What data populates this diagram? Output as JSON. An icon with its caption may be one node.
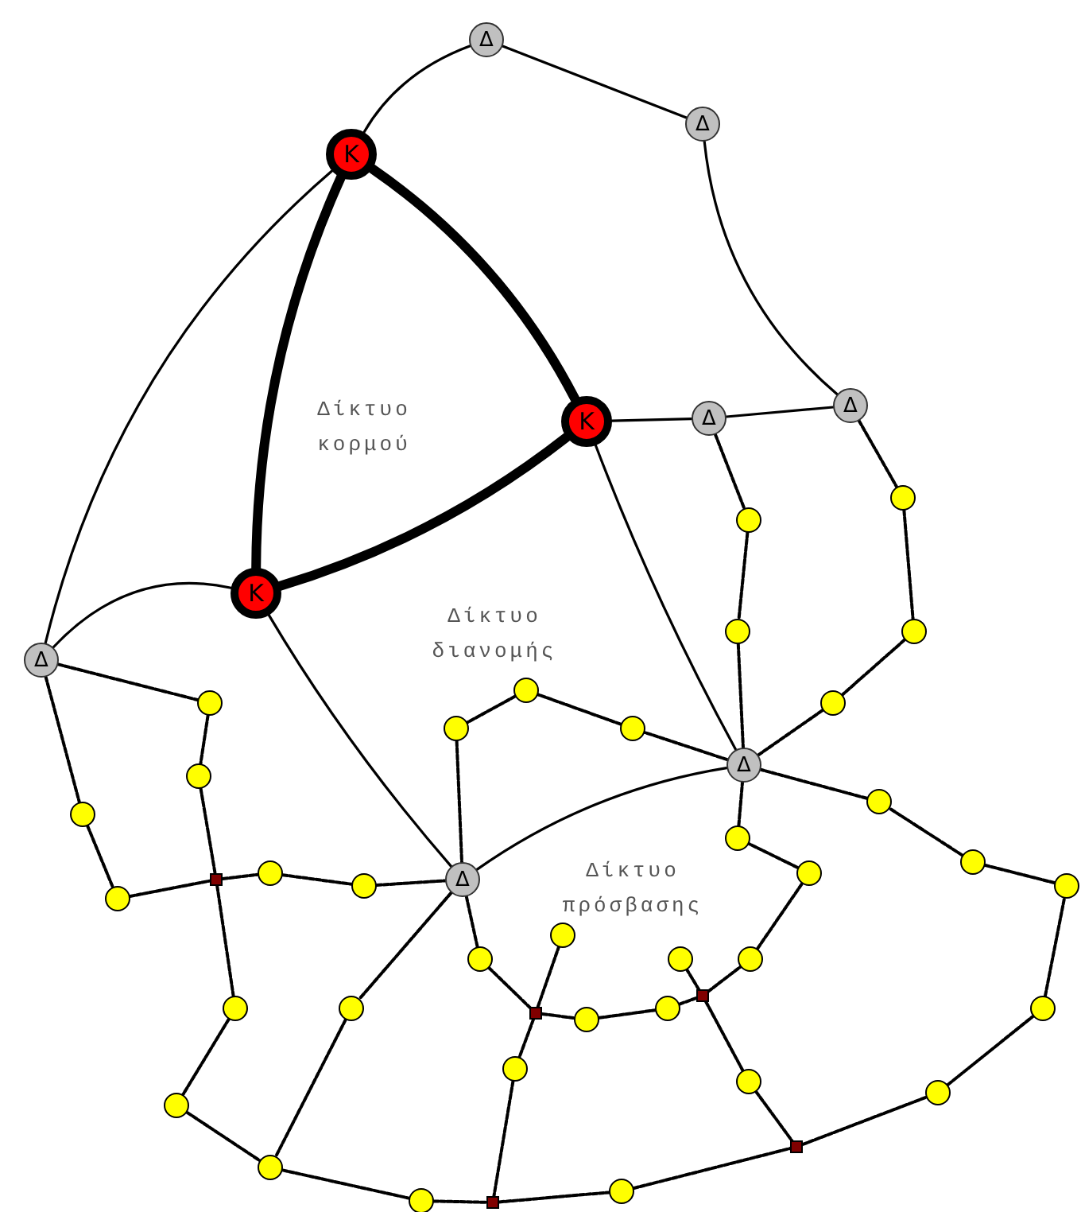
{
  "diagram": {
    "nodes": [
      {
        "text": [
          "Δ"
        ]
      },
      {
        "text": [
          "Δ"
        ]
      },
      {
        "text": [
          "Κ"
        ]
      },
      {
        "text": [
          "Δ"
        ]
      },
      {
        "text": [
          "Δ"
        ]
      },
      {
        "text": [
          "Κ"
        ]
      },
      {
        "text": [],
        "shape": "circle"
      },
      {
        "text": [],
        "shape": "circle"
      },
      {
        "text": [
          "Κ"
        ]
      },
      {
        "text": [],
        "shape": "circle"
      },
      {
        "text": [],
        "shape": "circle"
      },
      {
        "text": [
          "Δ"
        ]
      },
      {
        "text": [],
        "shape": "circle"
      },
      {
        "text": [],
        "shape": "circle"
      },
      {
        "text": [],
        "shape": "circle"
      },
      {
        "text": [],
        "shape": "circle"
      },
      {
        "text": [],
        "shape": "circle"
      },
      {
        "text": [
          "Δ"
        ]
      },
      {
        "text": [],
        "shape": "circle"
      },
      {
        "text": [],
        "shape": "circle"
      },
      {
        "text": [],
        "shape": "circle"
      },
      {
        "text": [],
        "shape": "circle"
      },
      {
        "text": [],
        "shape": "circle"
      },
      {
        "text": [],
        "shape": "circle"
      },
      {
        "text": [],
        "shape": "circle"
      },
      {
        "text": [],
        "shape": "box"
      },
      {
        "text": [
          "Δ"
        ]
      },
      {
        "text": [],
        "shape": "circle"
      },
      {
        "text": [],
        "shape": "circle"
      },
      {
        "text": [],
        "shape": "circle"
      },
      {
        "text": [],
        "shape": "circle"
      },
      {
        "text": [],
        "shape": "circle"
      },
      {
        "text": [],
        "shape": "circle"
      },
      {
        "text": [],
        "shape": "circle"
      },
      {
        "text": [],
        "shape": "box"
      },
      {
        "text": [],
        "shape": "circle"
      },
      {
        "text": [],
        "shape": "circle"
      },
      {
        "text": [],
        "shape": "circle"
      },
      {
        "text": [],
        "shape": "circle"
      },
      {
        "text": [],
        "shape": "box"
      },
      {
        "text": [],
        "shape": "circle"
      },
      {
        "text": [],
        "shape": "circle"
      },
      {
        "text": [],
        "shape": "circle"
      },
      {
        "text": [],
        "shape": "circle"
      },
      {
        "text": [],
        "shape": "circle"
      },
      {
        "text": [],
        "shape": "box"
      },
      {
        "text": [],
        "shape": "circle"
      },
      {
        "text": [],
        "shape": "circle"
      },
      {
        "text": [],
        "shape": "circle"
      },
      {
        "text": [],
        "shape": "box"
      }
    ],
    "edges": [
      {
        "from": 2,
        "to": 0,
        "arrow": "none"
      },
      {
        "from": 0,
        "to": 1,
        "arrow": "none"
      },
      {
        "from": 1,
        "to": 3,
        "arrow": "none"
      },
      {
        "from": 2,
        "to": 5,
        "arrow": "none",
        "style": "thick"
      },
      {
        "from": 2,
        "to": 8,
        "arrow": "none",
        "style": "thick"
      },
      {
        "from": 8,
        "to": 5,
        "arrow": "none",
        "style": "thick"
      },
      {
        "from": 5,
        "to": 4,
        "arrow": "none"
      },
      {
        "from": 4,
        "to": 3,
        "arrow": "none"
      },
      {
        "from": 2,
        "to": 11,
        "arrow": "none"
      },
      {
        "from": 11,
        "to": 8,
        "arrow": "none"
      },
      {
        "from": 8,
        "to": 26,
        "arrow": "none"
      },
      {
        "from": 5,
        "to": 17,
        "arrow": "none"
      },
      {
        "from": 26,
        "to": 17,
        "arrow": "none"
      },
      {
        "from": 4,
        "to": 7,
        "arrow": "none",
        "style": "dashed"
      },
      {
        "from": 7,
        "to": 9,
        "arrow": "none",
        "style": "dashed"
      },
      {
        "from": 9,
        "to": 17,
        "arrow": "none",
        "style": "dashed"
      },
      {
        "from": 3,
        "to": 6,
        "arrow": "none",
        "style": "dashed"
      },
      {
        "from": 6,
        "to": 10,
        "arrow": "none",
        "style": "dashed"
      },
      {
        "from": 10,
        "to": 14,
        "arrow": "none",
        "style": "dashed"
      },
      {
        "from": 14,
        "to": 17,
        "arrow": "none",
        "style": "dashed"
      },
      {
        "from": 17,
        "to": 16,
        "arrow": "none",
        "style": "dashed"
      },
      {
        "from": 16,
        "to": 12,
        "arrow": "none",
        "style": "dashed"
      },
      {
        "from": 12,
        "to": 15,
        "arrow": "none",
        "style": "dashed"
      },
      {
        "from": 15,
        "to": 26,
        "arrow": "none",
        "style": "dashed"
      },
      {
        "from": 11,
        "to": 13,
        "arrow": "none",
        "style": "dashed"
      },
      {
        "from": 13,
        "to": 18,
        "arrow": "none",
        "style": "dashed"
      },
      {
        "from": 18,
        "to": 25,
        "arrow": "none",
        "style": "dashed"
      },
      {
        "from": 25,
        "to": 35,
        "arrow": "none",
        "style": "dashed"
      },
      {
        "from": 35,
        "to": 44,
        "arrow": "none",
        "style": "dashed"
      },
      {
        "from": 44,
        "to": 46,
        "arrow": "none",
        "style": "dashed"
      },
      {
        "from": 11,
        "to": 20,
        "arrow": "none",
        "style": "dashed"
      },
      {
        "from": 20,
        "to": 29,
        "arrow": "none",
        "style": "dashed"
      },
      {
        "from": 29,
        "to": 25,
        "arrow": "none",
        "style": "dashed"
      },
      {
        "from": 25,
        "to": 24,
        "arrow": "none",
        "style": "dashed"
      },
      {
        "from": 24,
        "to": 28,
        "arrow": "none",
        "style": "dashed"
      },
      {
        "from": 28,
        "to": 26,
        "arrow": "none",
        "style": "dashed"
      },
      {
        "from": 26,
        "to": 36,
        "arrow": "none",
        "style": "dashed"
      },
      {
        "from": 36,
        "to": 46,
        "arrow": "none",
        "style": "dashed"
      },
      {
        "from": 46,
        "to": 48,
        "arrow": "none",
        "style": "dashed"
      },
      {
        "from": 48,
        "to": 49,
        "arrow": "none",
        "style": "dashed"
      },
      {
        "from": 49,
        "to": 47,
        "arrow": "none",
        "style": "dashed"
      },
      {
        "from": 47,
        "to": 45,
        "arrow": "none",
        "style": "dashed"
      },
      {
        "from": 26,
        "to": 31,
        "arrow": "none",
        "style": "dashed"
      },
      {
        "from": 31,
        "to": 39,
        "arrow": "none",
        "style": "dashed"
      },
      {
        "from": 39,
        "to": 30,
        "arrow": "none",
        "style": "dashed"
      },
      {
        "from": 39,
        "to": 40,
        "arrow": "none",
        "style": "dashed"
      },
      {
        "from": 40,
        "to": 37,
        "arrow": "none",
        "style": "dashed"
      },
      {
        "from": 37,
        "to": 34,
        "arrow": "none",
        "style": "dashed"
      },
      {
        "from": 34,
        "to": 32,
        "arrow": "none",
        "style": "dashed"
      },
      {
        "from": 34,
        "to": 33,
        "arrow": "none",
        "style": "dashed"
      },
      {
        "from": 33,
        "to": 23,
        "arrow": "none",
        "style": "dashed"
      },
      {
        "from": 23,
        "to": 21,
        "arrow": "none",
        "style": "dashed"
      },
      {
        "from": 21,
        "to": 17,
        "arrow": "none",
        "style": "dashed"
      },
      {
        "from": 39,
        "to": 41,
        "arrow": "none",
        "style": "dashed"
      },
      {
        "from": 41,
        "to": 49,
        "arrow": "none",
        "style": "dashed"
      },
      {
        "from": 34,
        "to": 42,
        "arrow": "none",
        "style": "dashed"
      },
      {
        "from": 42,
        "to": 45,
        "arrow": "none",
        "style": "dashed"
      },
      {
        "from": 45,
        "to": 43,
        "arrow": "none",
        "style": "dashed"
      },
      {
        "from": 43,
        "to": 38,
        "arrow": "none",
        "style": "dashed"
      },
      {
        "from": 38,
        "to": 27,
        "arrow": "none",
        "style": "dashed"
      },
      {
        "from": 27,
        "to": 22,
        "arrow": "none",
        "style": "dashed"
      },
      {
        "from": 22,
        "to": 19,
        "arrow": "none",
        "style": "dashed"
      },
      {
        "from": 19,
        "to": 17,
        "arrow": "none",
        "style": "dashed"
      }
    ],
    "labels": [
      "Δίκτυο κορμού",
      "Δίκτυο διανομής",
      "Δίκτυο πρόσβασης"
    ]
  }
}
